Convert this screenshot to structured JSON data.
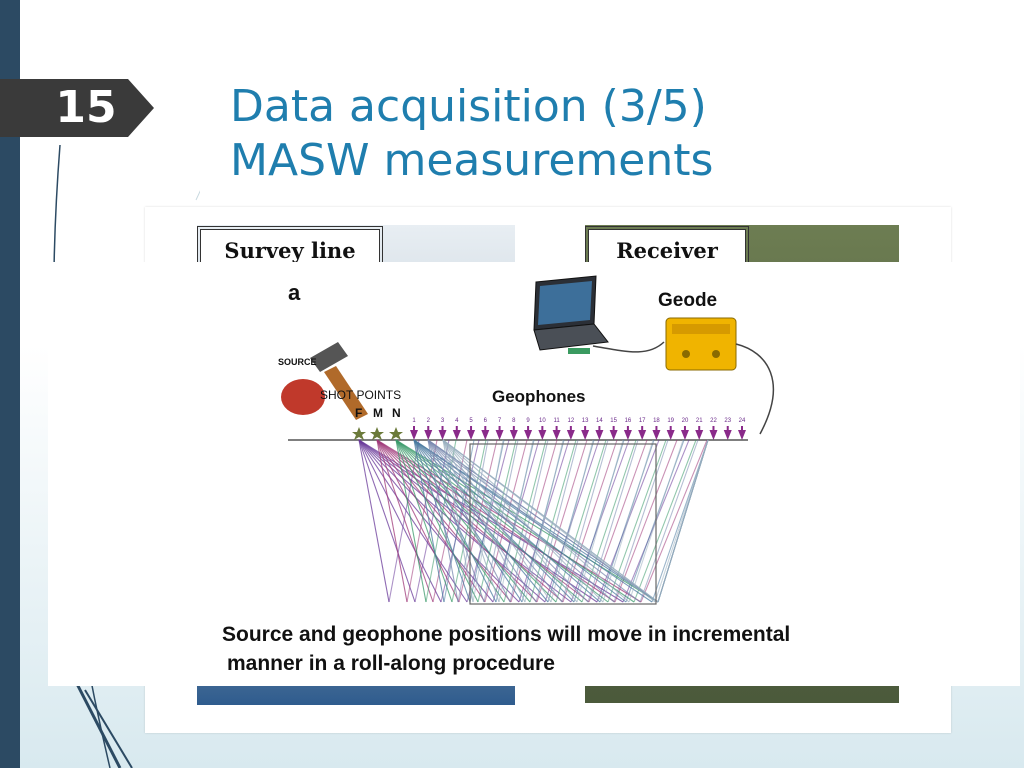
{
  "slide": {
    "number": "15",
    "title_line1": "Data acquisition (3/5)",
    "title_line2": "MASW measurements"
  },
  "photos": {
    "survey_label": "Survey line",
    "receiver_label": "Receiver"
  },
  "diagram": {
    "panel_letter": "a",
    "geode_label": "Geode",
    "source_label": "SOURCE",
    "shot_points_label": "SHOT POINTS",
    "shot_letters": [
      "F",
      "M",
      "N"
    ],
    "geophones_label": "Geophones",
    "geophone_numbers": [
      "1",
      "2",
      "3",
      "4",
      "5",
      "6",
      "7",
      "8",
      "9",
      "10",
      "11",
      "12",
      "13",
      "14",
      "15",
      "16",
      "17",
      "18",
      "19",
      "20",
      "21",
      "22",
      "23",
      "24"
    ]
  },
  "caption": {
    "line1": "Source and geophone positions will move in incremental",
    "line2": "manner in a roll-along procedure"
  },
  "colors": {
    "title": "#1f7eae",
    "sidebar": "#2c4a63",
    "geophone": "#8a2a8a",
    "geode": "#f0b400"
  }
}
